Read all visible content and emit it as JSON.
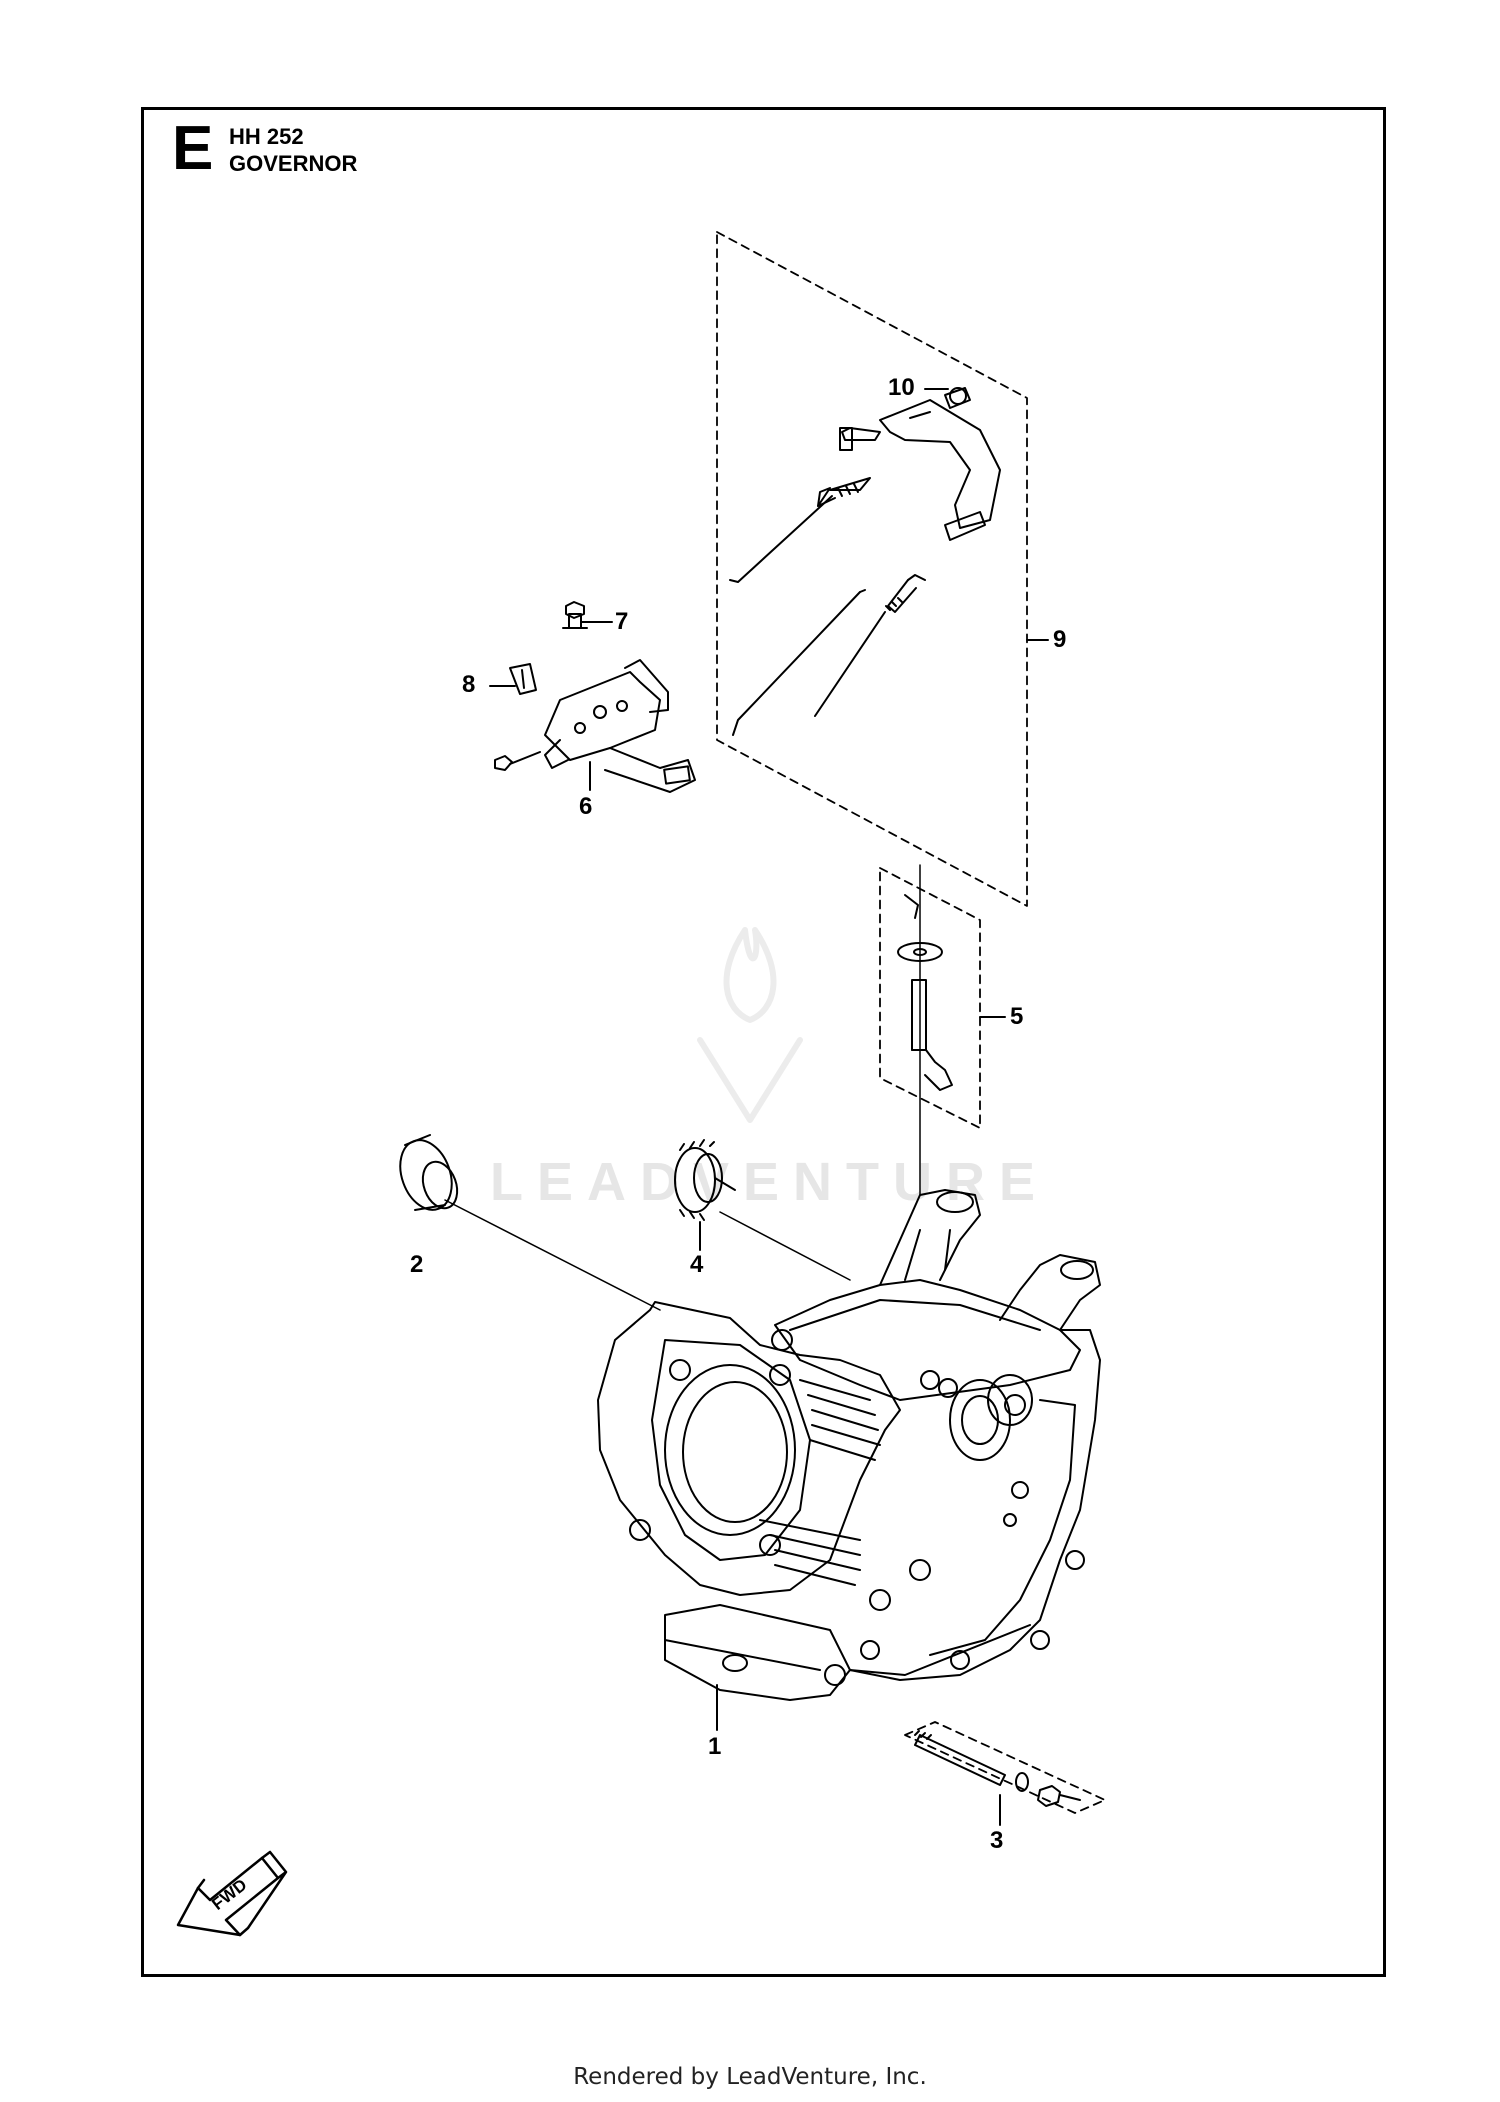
{
  "header": {
    "section_letter": "E",
    "model": "HH 252",
    "title": "GOVERNOR"
  },
  "watermark": {
    "text": "LEADVENTURE"
  },
  "callouts": [
    {
      "id": "1",
      "label": "1"
    },
    {
      "id": "2",
      "label": "2"
    },
    {
      "id": "3",
      "label": "3"
    },
    {
      "id": "4",
      "label": "4"
    },
    {
      "id": "5",
      "label": "5"
    },
    {
      "id": "6",
      "label": "6"
    },
    {
      "id": "7",
      "label": "7"
    },
    {
      "id": "8",
      "label": "8"
    },
    {
      "id": "9",
      "label": "9"
    },
    {
      "id": "10",
      "label": "10"
    }
  ],
  "fwd_arrow": {
    "label": "FWD"
  },
  "footer": {
    "text": "Rendered by LeadVenture, Inc."
  }
}
